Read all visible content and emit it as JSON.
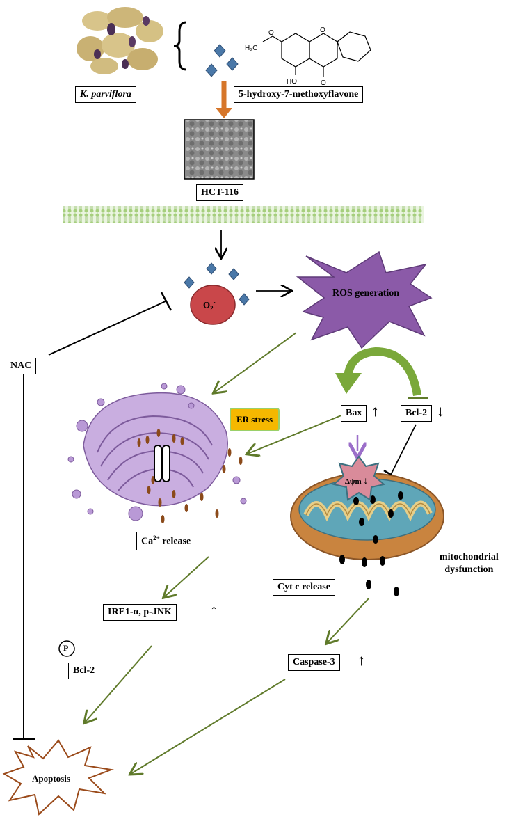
{
  "labels": {
    "plant": "K. parviflora",
    "compound": "5-hydroxy-7-methoxyflavone",
    "cell_line": "HCT-116",
    "superoxide": "O",
    "superoxide_sub": "2",
    "superoxide_sup": "-",
    "ros": "ROS generation",
    "nac": "NAC",
    "er_stress": "ER stress",
    "bax": "Bax",
    "bcl2_down": "Bcl-2",
    "dpsi": "Δψm",
    "ca_release_pre": "Ca",
    "ca_release_sup": "2+",
    "ca_release_post": " release",
    "ire1": "IRE1-α, p-JNK",
    "phospho": "P",
    "bcl2_p": "Bcl-2",
    "mito_dysfunction_1": "mitochondrial",
    "mito_dysfunction_2": "dysfunction",
    "cyt_c": "Cyt c release",
    "caspase3": "Caspase-3",
    "apoptosis": "Apoptosis",
    "up_arrow": "↑",
    "down_arrow": "↓",
    "compound_atoms": {
      "h3c": "H₃C",
      "o_ring": "O",
      "o_methoxy": "O",
      "ho": "HO",
      "o_keto": "O"
    }
  },
  "colors": {
    "green_arrow": "#5f7a2a",
    "diamond": "#4a78a8",
    "superoxide_fill": "#c9474a",
    "ros_fill": "#8b5aa8",
    "orange_arrow": "#d6762a",
    "er_fill": "#b99ad3",
    "mito_outer": "#c9843f",
    "mito_inner": "#5fa6b8",
    "apoptosis_border": "#9a4a1a"
  }
}
